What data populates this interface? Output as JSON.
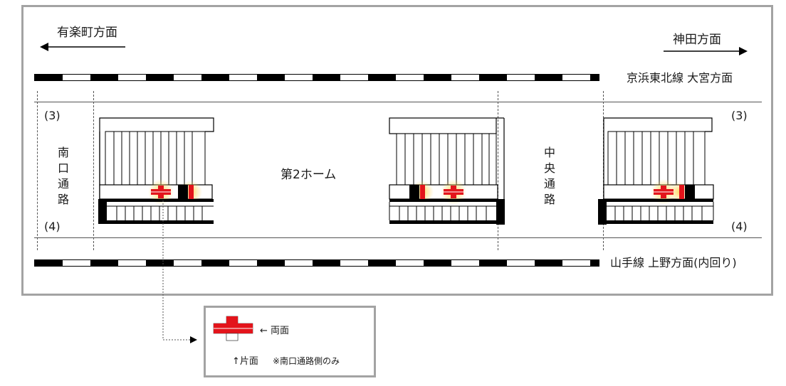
{
  "directions": {
    "left": "有楽町方面",
    "right": "神田方面"
  },
  "lines": {
    "top": "京浜東北線 大宮方面",
    "bottom": "山手線 上野方面(内回り)"
  },
  "track_numbers": {
    "top_left": "(3)",
    "top_right": "(3)",
    "bottom_left": "(4)",
    "bottom_right": "(4)"
  },
  "passages": {
    "south": [
      "南",
      "口",
      "通",
      "路"
    ],
    "central": [
      "中",
      "央",
      "通",
      "路"
    ]
  },
  "platform_name": "第2ホーム",
  "legend": {
    "both_sides": "← 両面",
    "one_side": "↑片面",
    "note": "※南口通路側のみ"
  },
  "colors": {
    "marker_red": "#e3141b",
    "frame_gray": "#a3a3a3",
    "glow": "#ffd860"
  }
}
